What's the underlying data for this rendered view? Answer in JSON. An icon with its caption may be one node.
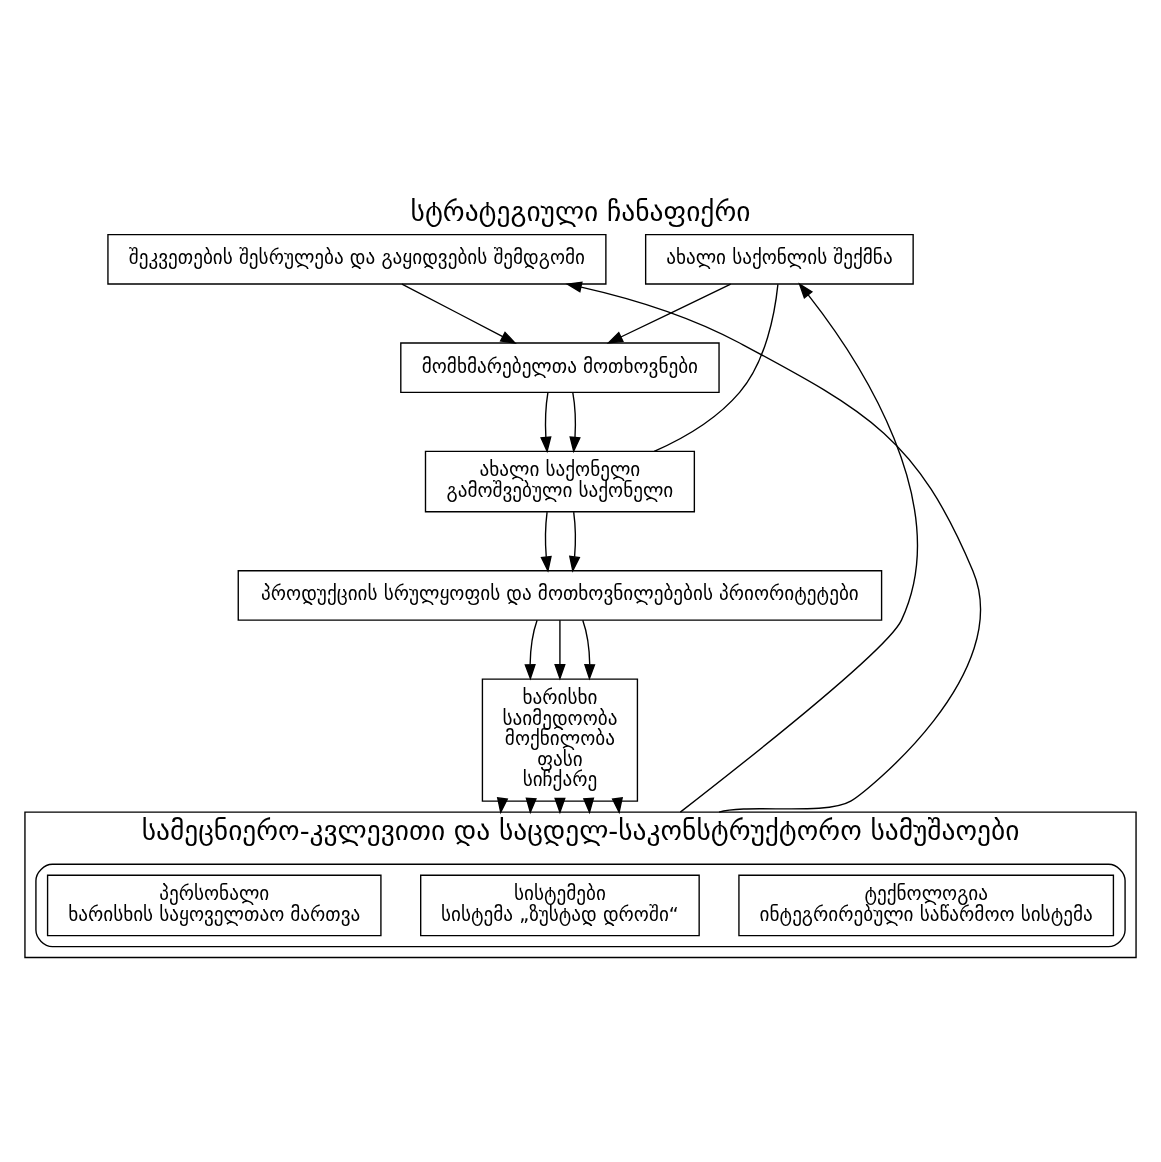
{
  "diagram": {
    "title": "სტრატეგიული ჩანაფიქრი",
    "nodes": [
      {
        "text": [
          "მომხმარებელთა მოთხოვნები"
        ]
      },
      {
        "text": [
          "ახალი საქონელი",
          "გამოშვებული საქონელი"
        ]
      },
      {
        "text": [
          "ახალი საქონლის შექმნა"
        ]
      },
      {
        "text": [
          "პროდუქციის სრულყოფის და მოთხოვნილებების პრიორიტეტები"
        ]
      },
      {
        "text": [
          "შეკვეთების შესრულება და გაყიდვების შემდგომი"
        ]
      },
      {
        "text": [
          "ხარისხი",
          "საიმედოობა",
          "მოქნილობა",
          "ფასი",
          "სიჩქარე"
        ]
      },
      {
        "text": [
          "სამეცნიერო-კვლევითი და საცდელ-საკონსტრუქტორო სამუშაოები"
        ]
      },
      {
        "text": [],
        "shape": "cylinder",
        "in": 6
      },
      {
        "text": [
          "ტექნოლოგია",
          "ინტეგრირებული საწარმოო სისტემა"
        ],
        "in": 7
      },
      {
        "text": [
          "სისტემები",
          "სისტემა „ზუსტად დროში“"
        ],
        "in": 7
      },
      {
        "text": [
          "პერსონალი",
          "ხარისხის საყოველთაო მართვა"
        ],
        "in": 7
      }
    ],
    "edges": [
      {
        "from": 0,
        "to": 1,
        "arrow": "to"
      },
      {
        "from": 0,
        "to": 1,
        "arrow": "to"
      },
      {
        "from": 2,
        "to": 1,
        "arrow": "none"
      },
      {
        "from": 2,
        "to": 0,
        "arrow": "to"
      },
      {
        "from": 1,
        "to": 3,
        "arrow": "to"
      },
      {
        "from": 1,
        "to": 3,
        "arrow": "to"
      },
      {
        "from": 4,
        "to": 0,
        "arrow": "to"
      },
      {
        "from": 3,
        "to": 5,
        "arrow": "to"
      },
      {
        "from": 3,
        "to": 5,
        "arrow": "to"
      },
      {
        "from": 3,
        "to": 5,
        "arrow": "to"
      },
      {
        "from": 5,
        "to": 6,
        "arrow": "to"
      },
      {
        "from": 5,
        "to": 6,
        "arrow": "to"
      },
      {
        "from": 5,
        "to": 6,
        "arrow": "to"
      },
      {
        "from": 5,
        "to": 6,
        "arrow": "to"
      },
      {
        "from": 5,
        "to": 6,
        "arrow": "to"
      },
      {
        "from": 6,
        "to": 2,
        "arrow": "to"
      },
      {
        "from": 6,
        "to": 4,
        "arrow": "to"
      }
    ]
  }
}
